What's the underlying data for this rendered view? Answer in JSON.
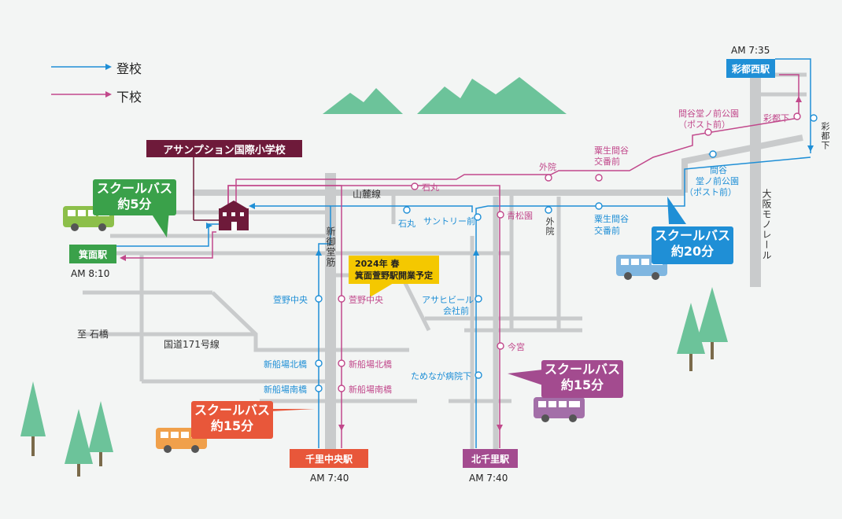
{
  "legend": {
    "to_school": "登校",
    "from_school": "下校"
  },
  "colors": {
    "to_school": "#1f8fd6",
    "from_school": "#c1488b",
    "road": "#c8cacb",
    "school": "#6e1a3a"
  },
  "school": {
    "name": "アサンプション国際小学校"
  },
  "stations": {
    "minoh": {
      "name": "箕面駅",
      "time": "AM 8:10"
    },
    "senri_chuo": {
      "name": "千里中央駅",
      "time": "AM 7:40"
    },
    "kita_senri": {
      "name": "北千里駅",
      "time": "AM 7:40"
    },
    "saito_nishi": {
      "name": "彩都西駅",
      "time": "AM 7:35"
    }
  },
  "buses": {
    "minoh": {
      "line1": "スクールバス",
      "line2": "約5分"
    },
    "senri_chuo": {
      "line1": "スクールバス",
      "line2": "約15分"
    },
    "kita_senri": {
      "line1": "スクールバス",
      "line2": "約15分"
    },
    "saito": {
      "line1": "スクールバス",
      "line2": "約20分"
    }
  },
  "roads": {
    "sanroku": "山麓線",
    "shinmido": "新御堂筋",
    "r171": "国道171号線",
    "ishibashi": "至 石橋",
    "monorail": "大阪モノレール"
  },
  "notice": {
    "line1": "2024年 春",
    "line2": "箕面萱野駅開業予定"
  },
  "stops": {
    "ishimaru_in": "石丸",
    "ishimaru_out": "石丸",
    "suntory": "サントリー前",
    "seishoen": "青松園",
    "gein_out": "外院",
    "gein_in": "外院",
    "awao_out_1": "粟生間谷",
    "awao_out_2": "交番前",
    "awao_in_1": "粟生間谷",
    "awao_in_2": "交番前",
    "madani_park_out_1": "間谷堂ノ前公園",
    "madani_park_out_2": "（ポスト前）",
    "madani_park_in_1": "間谷",
    "madani_park_in_2": "堂ノ前公園",
    "madani_park_in_3": "（ポスト前）",
    "saitoshita_out": "彩都下",
    "saitoshita_in": "彩都下",
    "kayano_in": "萱野中央",
    "kayano_out": "萱野中央",
    "kitabashi_in": "新船場北橋",
    "kitabashi_out": "新船場北橋",
    "minamibashi_in": "新船場南橋",
    "minamibashi_out": "新船場南橋",
    "asahi_1": "アサヒビール",
    "asahi_2": "会社前",
    "imamiya": "今宮",
    "tamenaga": "ためなが病院下"
  }
}
